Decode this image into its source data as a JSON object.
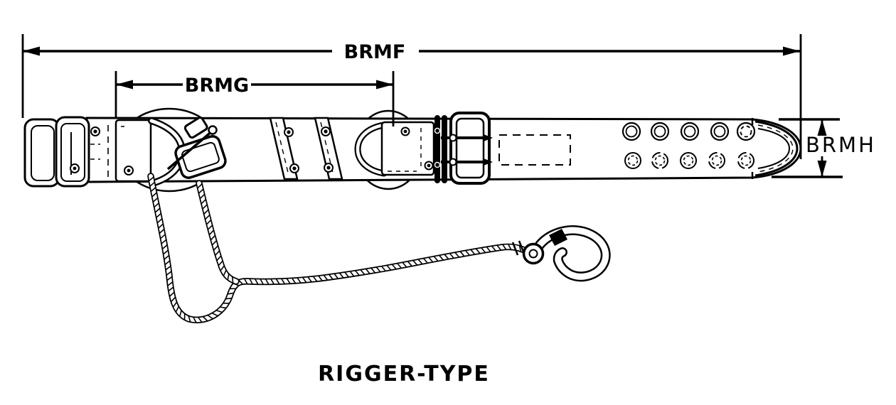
{
  "title": "RIGGER-TYPE",
  "labels": {
    "brmf": "BRMF",
    "brmg": "BRMG",
    "brmh": "BRMH"
  },
  "colors": {
    "ink": "#000000",
    "background": "#ffffff"
  }
}
